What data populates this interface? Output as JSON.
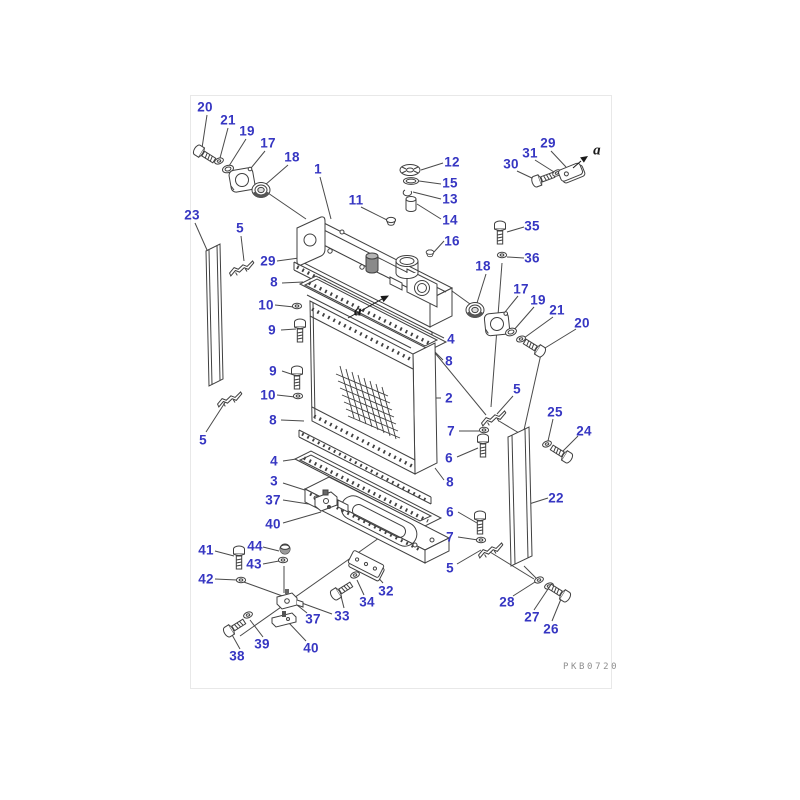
{
  "diagram": {
    "kind": "exploded-parts-diagram",
    "drawing_code": "PKB0720",
    "view_label": "a",
    "colors": {
      "callout": "#3636c2",
      "line_art": "#404040",
      "view_label_color": "#1a1a1a",
      "code_text": "#8f8f8f"
    },
    "callouts": [
      "20",
      "21",
      "19",
      "17",
      "18",
      "1",
      "11",
      "12",
      "15",
      "13",
      "14",
      "16",
      "30",
      "31",
      "29",
      "a",
      "35",
      "36",
      "23",
      "5",
      "29",
      "8",
      "10",
      "9",
      "9",
      "10",
      "8",
      "5",
      "a",
      "18",
      "17",
      "19",
      "21",
      "20",
      "4",
      "8",
      "2",
      "5",
      "7",
      "6",
      "8",
      "25",
      "24",
      "22",
      "6",
      "7",
      "5",
      "4",
      "3",
      "37",
      "40",
      "41",
      "44",
      "43",
      "42",
      "38",
      "39",
      "40",
      "37",
      "33",
      "34",
      "32",
      "28",
      "27",
      "26"
    ]
  }
}
